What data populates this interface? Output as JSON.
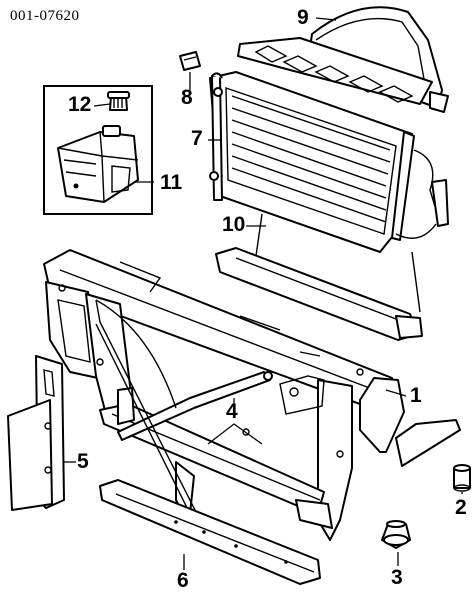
{
  "diagram_code": "001-07620",
  "callouts": {
    "c1": "1",
    "c2": "2",
    "c3": "3",
    "c4": "4",
    "c5": "5",
    "c6": "6",
    "c7": "7",
    "c8": "8",
    "c9": "9",
    "c10": "10",
    "c11": "11",
    "c12": "12"
  }
}
